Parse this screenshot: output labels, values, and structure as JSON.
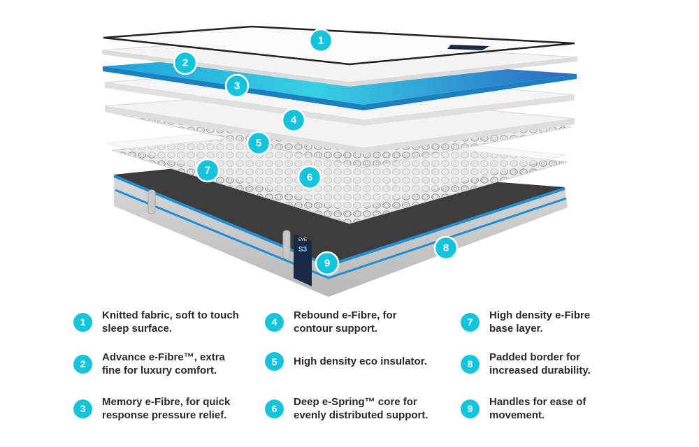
{
  "colors": {
    "accent": "#14c4dc",
    "memory_foam": "#22b8d8",
    "base_dark": "#3a3a3a",
    "border_grey": "#cfcfcf",
    "trim_blue": "#1e8fd6"
  },
  "callouts": [
    {
      "number": "1"
    },
    {
      "number": "2"
    },
    {
      "number": "3"
    },
    {
      "number": "4"
    },
    {
      "number": "5"
    },
    {
      "number": "6"
    },
    {
      "number": "7"
    },
    {
      "number": "8"
    },
    {
      "number": "9"
    }
  ],
  "label_tag": {
    "brand": "EVE",
    "model": "S3"
  },
  "legend": [
    {
      "number": "1",
      "text": "Knitted fabric, soft to touch\nsleep surface."
    },
    {
      "number": "2",
      "text": "Advance e-Fibre™, extra\nfine for luxury comfort."
    },
    {
      "number": "3",
      "text": "Memory e-Fibre, for quick\nresponse pressure relief."
    },
    {
      "number": "4",
      "text": "Rebound e-Fibre, for\ncontour support."
    },
    {
      "number": "5",
      "text": "High density eco insulator."
    },
    {
      "number": "6",
      "text": "Deep e-Spring™ core for\nevenly distributed support."
    },
    {
      "number": "7",
      "text": "High density e-Fibre\nbase layer."
    },
    {
      "number": "8",
      "text": "Padded border for\nincreased durability."
    },
    {
      "number": "9",
      "text": "Handles for ease of\nmovement."
    }
  ]
}
